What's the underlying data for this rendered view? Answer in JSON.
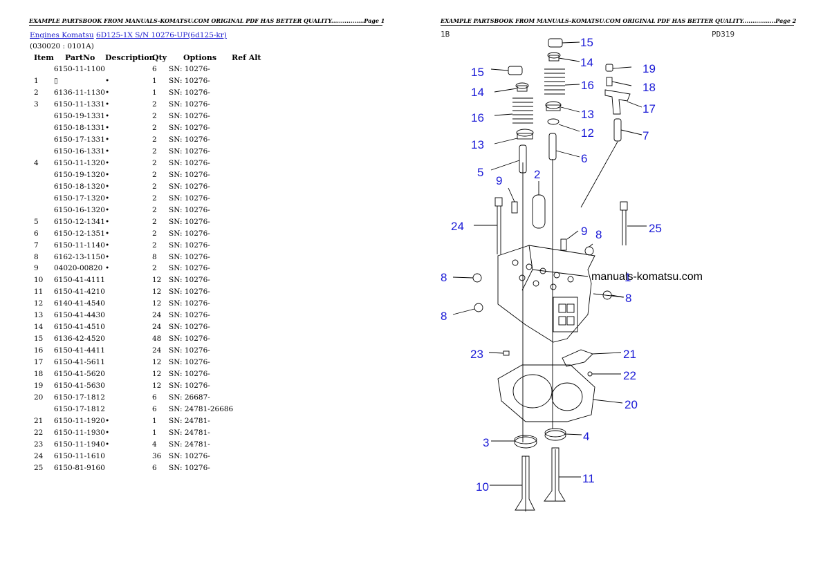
{
  "page1": {
    "header": "EXAMPLE PARTSBOOK FROM MANUALS-KOMATSU.COM ORIGINAL PDF HAS BETTER QUALITY.................Page 1",
    "link_brand": "Engines Komatsu",
    "link_model": "6D125-1X S/N 10276-UP(6d125-kr)",
    "group_code": "(030020 : 0101A)",
    "columns": [
      "Item",
      "PartNo",
      "Description",
      "Qty",
      "Options",
      "Ref Alt"
    ],
    "rows": [
      {
        "item": "",
        "part": "6150-11-1100",
        "desc": "",
        "qty": "6",
        "opt": "SN: 10276-"
      },
      {
        "item": "1",
        "part": "▯",
        "desc": "•",
        "qty": "1",
        "opt": "SN: 10276-"
      },
      {
        "item": "2",
        "part": "6136-11-1130",
        "desc": "•",
        "qty": "1",
        "opt": "SN: 10276-"
      },
      {
        "item": "3",
        "part": "6150-11-1331",
        "desc": "•",
        "qty": "2",
        "opt": "SN: 10276-"
      },
      {
        "item": "",
        "part": "6150-19-1331",
        "desc": "•",
        "qty": "2",
        "opt": "SN: 10276-"
      },
      {
        "item": "",
        "part": "6150-18-1331",
        "desc": "•",
        "qty": "2",
        "opt": "SN: 10276-"
      },
      {
        "item": "",
        "part": "6150-17-1331",
        "desc": "•",
        "qty": "2",
        "opt": "SN: 10276-"
      },
      {
        "item": "",
        "part": "6150-16-1331",
        "desc": "•",
        "qty": "2",
        "opt": "SN: 10276-"
      },
      {
        "item": "4",
        "part": "6150-11-1320",
        "desc": "•",
        "qty": "2",
        "opt": "SN: 10276-"
      },
      {
        "item": "",
        "part": "6150-19-1320",
        "desc": "•",
        "qty": "2",
        "opt": "SN: 10276-"
      },
      {
        "item": "",
        "part": "6150-18-1320",
        "desc": "•",
        "qty": "2",
        "opt": "SN: 10276-"
      },
      {
        "item": "",
        "part": "6150-17-1320",
        "desc": "•",
        "qty": "2",
        "opt": "SN: 10276-"
      },
      {
        "item": "",
        "part": "6150-16-1320",
        "desc": "•",
        "qty": "2",
        "opt": "SN: 10276-"
      },
      {
        "item": "5",
        "part": "6150-12-1341",
        "desc": "•",
        "qty": "2",
        "opt": "SN: 10276-"
      },
      {
        "item": "6",
        "part": "6150-12-1351",
        "desc": "•",
        "qty": "2",
        "opt": "SN: 10276-"
      },
      {
        "item": "7",
        "part": "6150-11-1140",
        "desc": "•",
        "qty": "2",
        "opt": "SN: 10276-"
      },
      {
        "item": "8",
        "part": "6162-13-1150",
        "desc": "•",
        "qty": "8",
        "opt": "SN: 10276-"
      },
      {
        "item": "9",
        "part": "04020-00820",
        "desc": "•",
        "qty": "2",
        "opt": "SN: 10276-"
      },
      {
        "item": "10",
        "part": "6150-41-4111",
        "desc": "",
        "qty": "12",
        "opt": "SN: 10276-"
      },
      {
        "item": "11",
        "part": "6150-41-4210",
        "desc": "",
        "qty": "12",
        "opt": "SN: 10276-"
      },
      {
        "item": "12",
        "part": "6140-41-4540",
        "desc": "",
        "qty": "12",
        "opt": "SN: 10276-"
      },
      {
        "item": "13",
        "part": "6150-41-4430",
        "desc": "",
        "qty": "24",
        "opt": "SN: 10276-"
      },
      {
        "item": "14",
        "part": "6150-41-4510",
        "desc": "",
        "qty": "24",
        "opt": "SN: 10276-"
      },
      {
        "item": "15",
        "part": "6136-42-4520",
        "desc": "",
        "qty": "48",
        "opt": "SN: 10276-"
      },
      {
        "item": "16",
        "part": "6150-41-4411",
        "desc": "",
        "qty": "24",
        "opt": "SN: 10276-"
      },
      {
        "item": "17",
        "part": "6150-41-5611",
        "desc": "",
        "qty": "12",
        "opt": "SN: 10276-"
      },
      {
        "item": "18",
        "part": "6150-41-5620",
        "desc": "",
        "qty": "12",
        "opt": "SN: 10276-"
      },
      {
        "item": "19",
        "part": "6150-41-5630",
        "desc": "",
        "qty": "12",
        "opt": "SN: 10276-"
      },
      {
        "item": "20",
        "part": "6150-17-1812",
        "desc": "",
        "qty": "6",
        "opt": "SN: 26687-"
      },
      {
        "item": "",
        "part": "6150-17-1812",
        "desc": "",
        "qty": "6",
        "opt": "SN: 24781-26686"
      },
      {
        "item": "21",
        "part": "6150-11-1920",
        "desc": "•",
        "qty": "1",
        "opt": "SN: 24781-"
      },
      {
        "item": "22",
        "part": "6150-11-1930",
        "desc": "•",
        "qty": "1",
        "opt": "SN: 24781-"
      },
      {
        "item": "23",
        "part": "6150-11-1940",
        "desc": "•",
        "qty": "4",
        "opt": "SN: 24781-"
      },
      {
        "item": "24",
        "part": "6150-11-1610",
        "desc": "",
        "qty": "36",
        "opt": "SN: 10276-"
      },
      {
        "item": "25",
        "part": "6150-81-9160",
        "desc": "",
        "qty": "6",
        "opt": "SN: 10276-"
      }
    ]
  },
  "page2": {
    "header": "EXAMPLE PARTSBOOK FROM MANUALS-KOMATSU.COM ORIGINAL PDF HAS BETTER QUALITY.................Page 2",
    "corner_left": "1B",
    "corner_right": "PD319",
    "watermark": "manuals-komatsu.com",
    "callouts": {
      "l15a": "15",
      "l14a": "14",
      "l16a": "16",
      "l13a": "13",
      "l12": "12",
      "l6": "6",
      "l15b": "15",
      "l14b": "14",
      "l16b": "16",
      "l13b": "13",
      "l5": "5",
      "l2": "2",
      "l19": "19",
      "l18": "18",
      "l17": "17",
      "l7": "7",
      "l9a": "9",
      "l24": "24",
      "l9b": "9",
      "l8a": "8",
      "l25": "25",
      "l8b": "8",
      "l1": "1",
      "l8c": "8",
      "l8d": "8",
      "l23": "23",
      "l21": "21",
      "l22": "22",
      "l20": "20",
      "l3": "3",
      "l4": "4",
      "l10": "10",
      "l11": "11"
    }
  }
}
